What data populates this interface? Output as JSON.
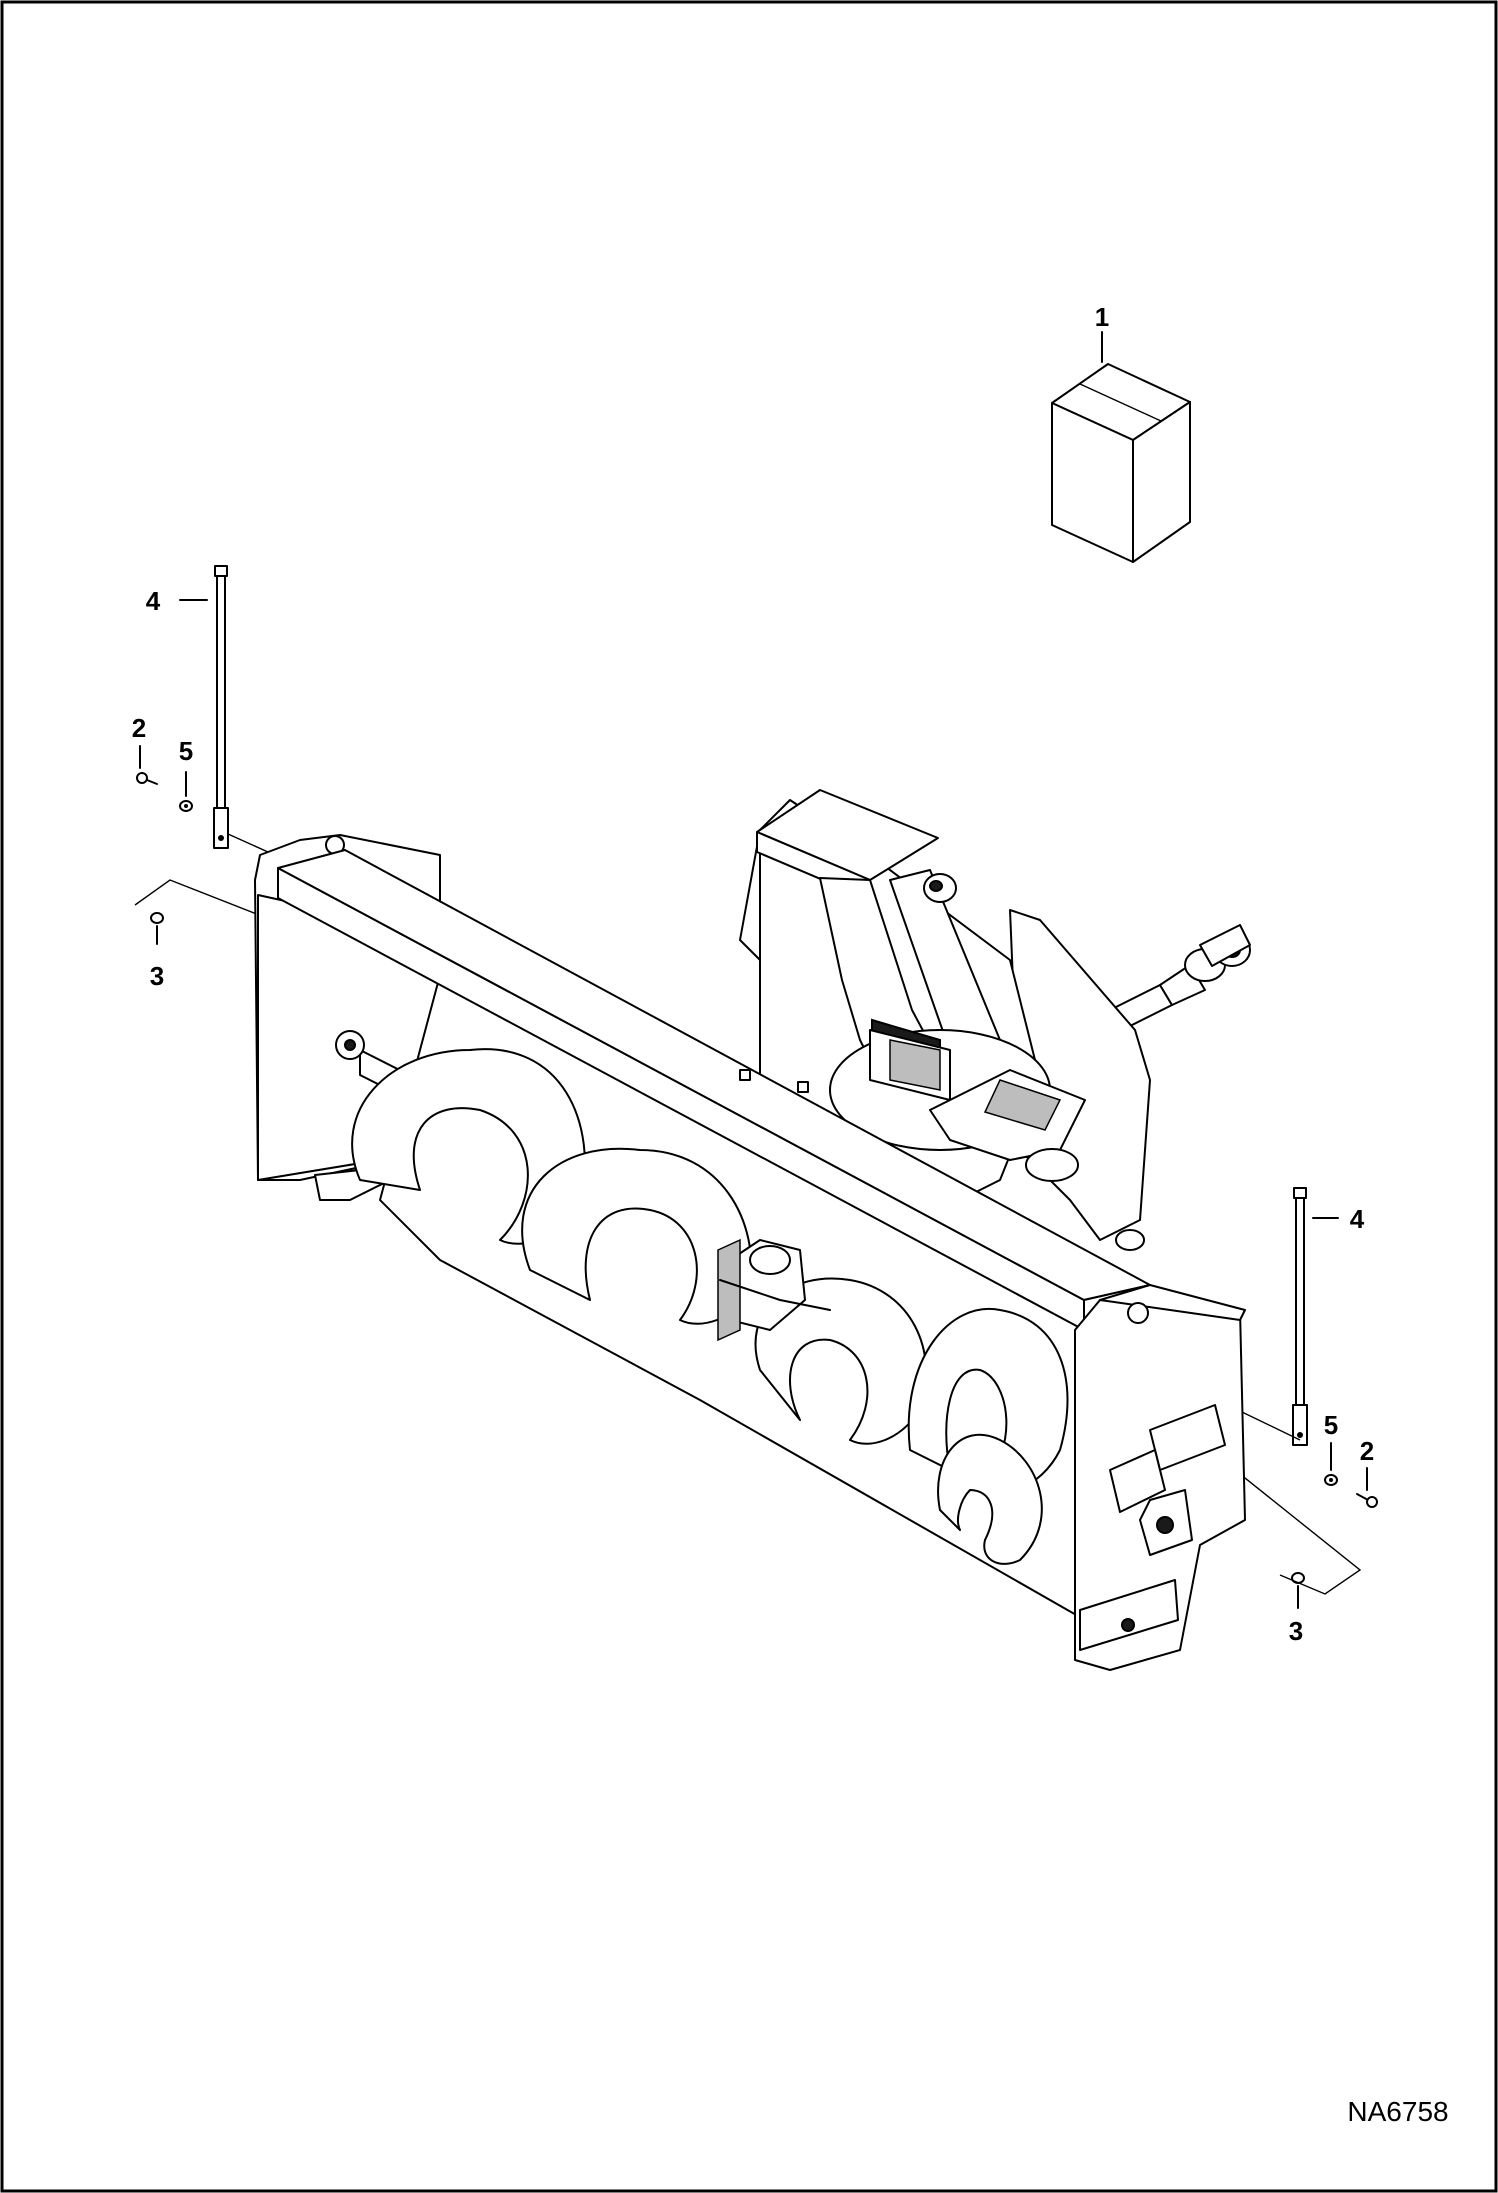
{
  "figure_id": "NA6758",
  "callouts": {
    "kit_box": "1",
    "bolt_left": "2",
    "washer_left": "5",
    "nut_left": "3",
    "rod_left": "4",
    "rod_right": "4",
    "washer_right": "5",
    "bolt_right": "2",
    "nut_right": "3"
  }
}
